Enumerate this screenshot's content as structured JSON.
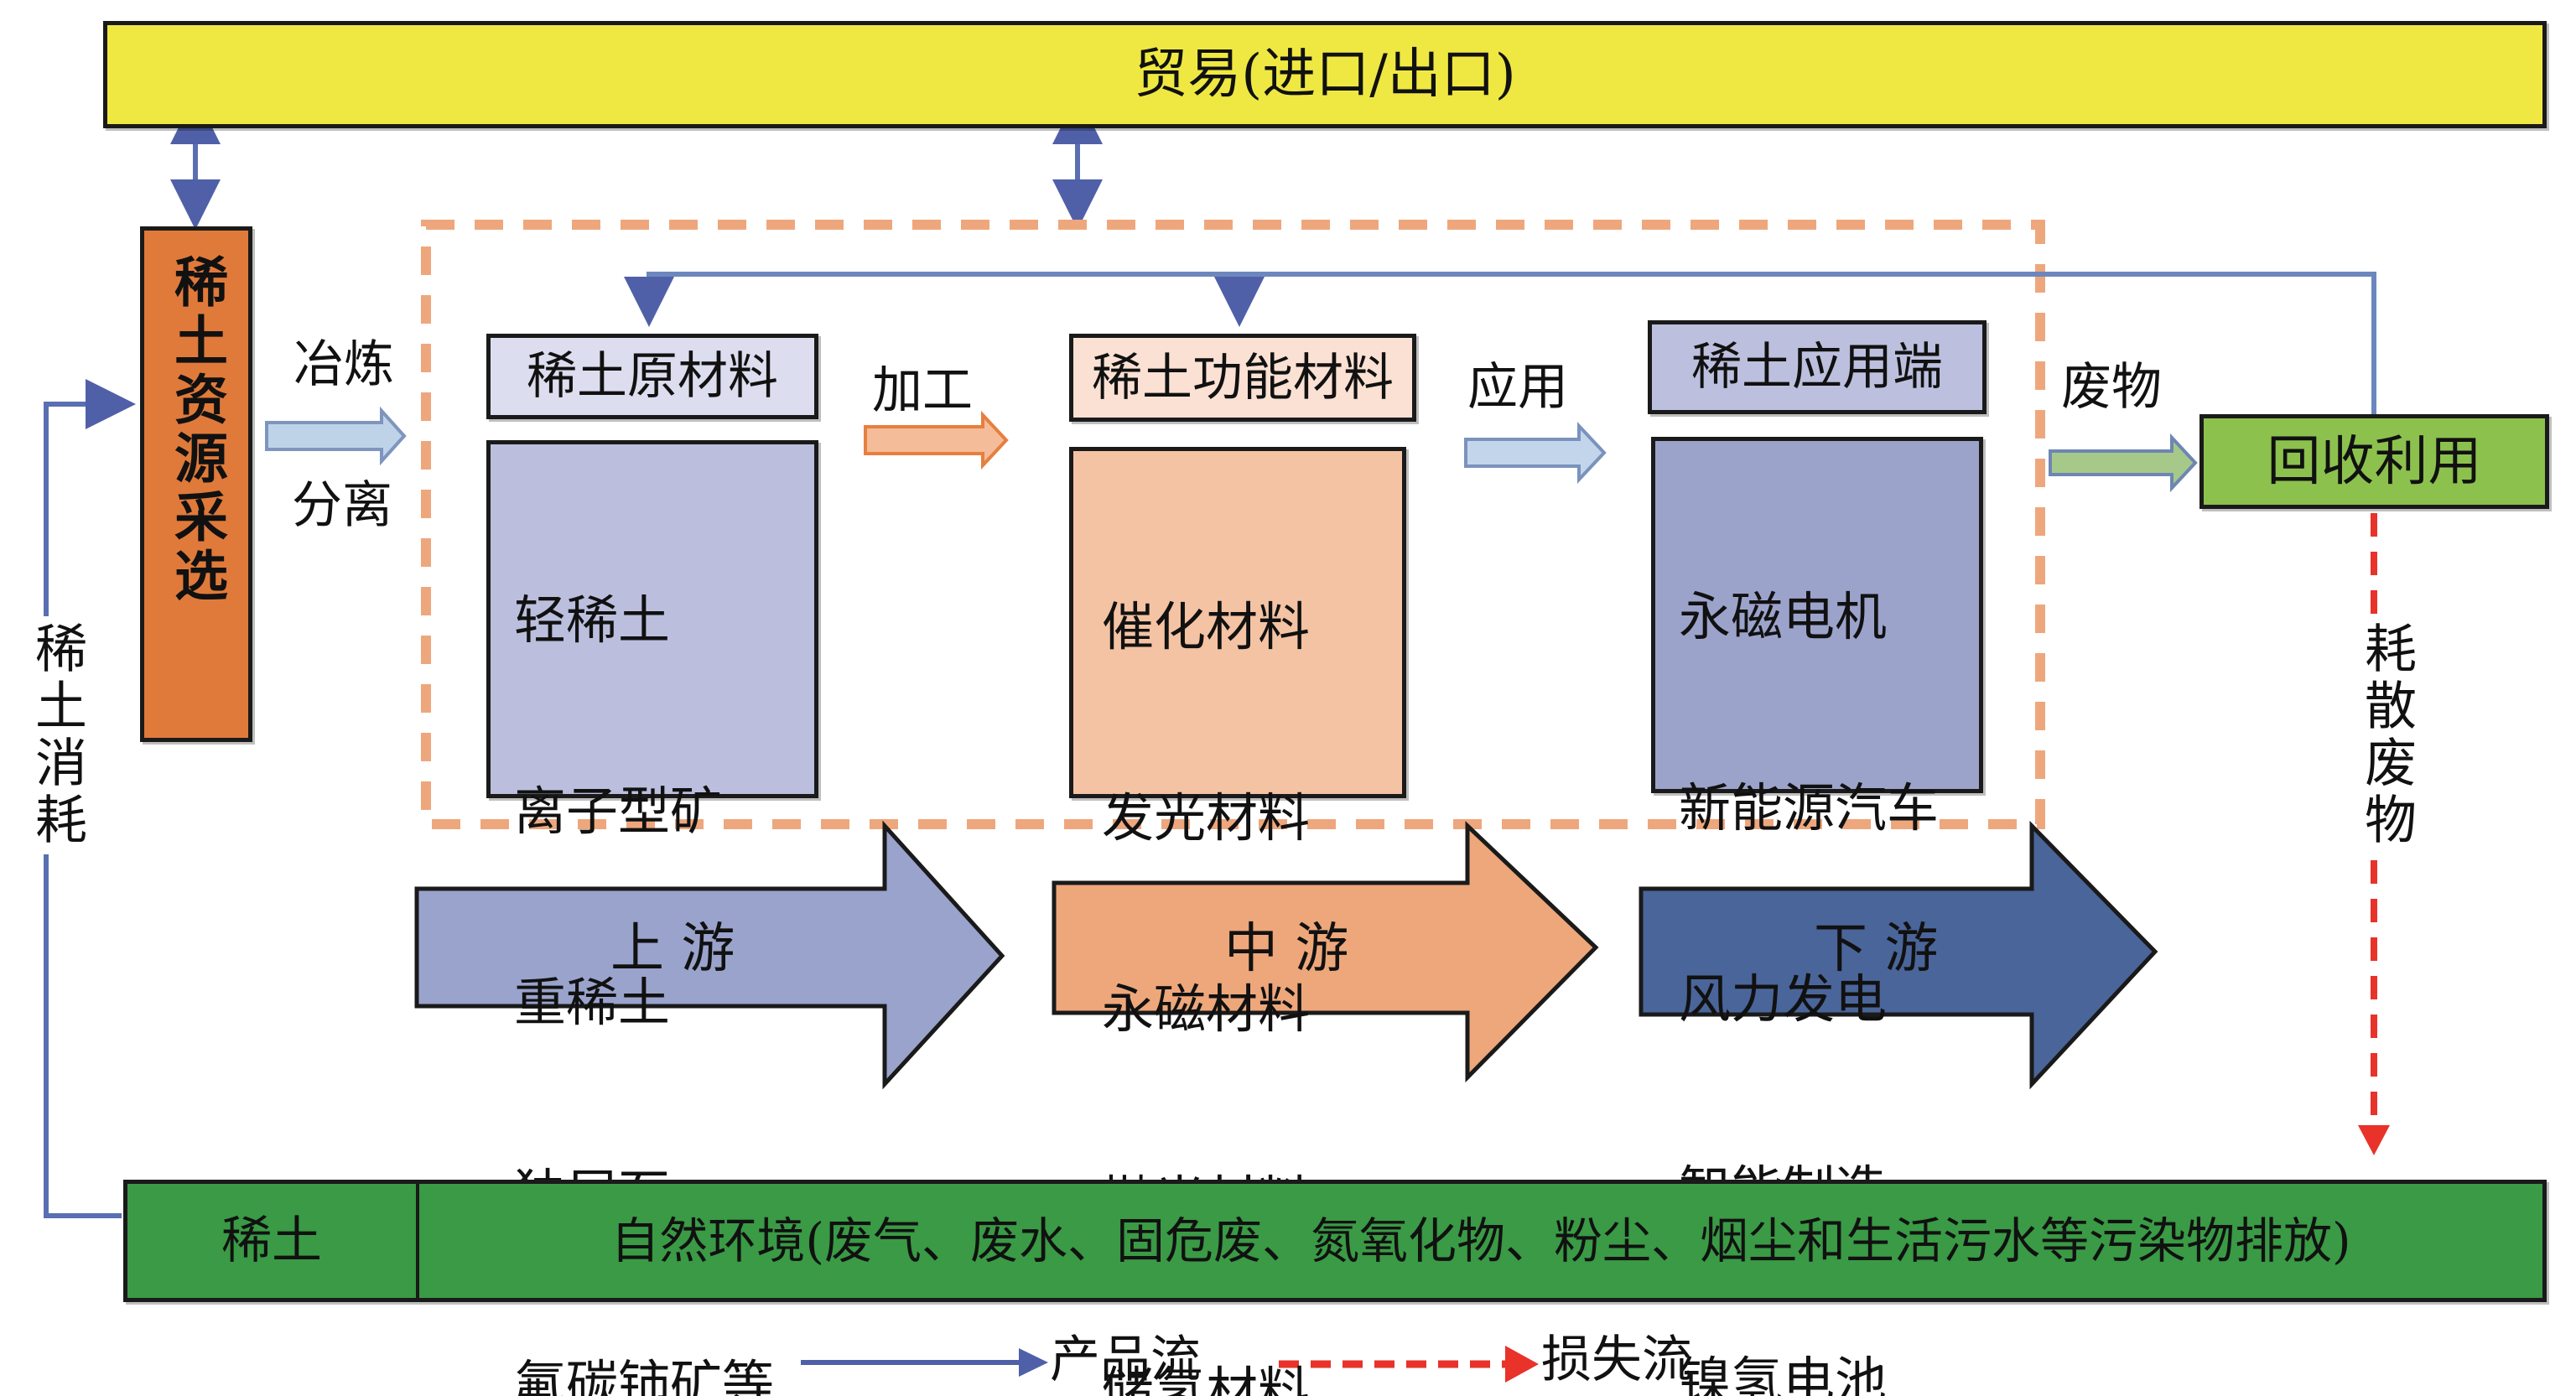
{
  "trade": {
    "label": "贸易(进口/出口)",
    "color": "#EFE842"
  },
  "mining": {
    "label": "稀土资源采选",
    "color": "#E07A3A"
  },
  "smelting": {
    "label_top": "冶炼",
    "label_bottom": "分离"
  },
  "stages": {
    "raw": {
      "title": "稀土原材料",
      "items": [
        "轻稀土",
        "离子型矿",
        "重稀土",
        "独居石",
        "氟碳铈矿等"
      ],
      "header_color": "#DCDDEE",
      "body_color": "#BBBFDD"
    },
    "processing_label": "加工",
    "functional": {
      "title": "稀土功能材料",
      "items": [
        "催化材料",
        "发光材料",
        "永磁材料",
        "抛光材料",
        "储氢材料..."
      ],
      "header_color": "#FBE1D3",
      "body_color": "#F4C3A3"
    },
    "application_label": "应用",
    "application": {
      "title": "稀土应用端",
      "items": [
        "永磁电机",
        "新能源汽车",
        "风力发电",
        "智能制造",
        "镍氢电池"
      ],
      "header_color": "#BCC0DE",
      "body_color": "#9CA3CB"
    },
    "waste_label": "废物"
  },
  "recycling": {
    "label": "回收利用",
    "color": "#8CC14E"
  },
  "dissipation_label": "耗散废物",
  "consumption_label": "稀土消耗",
  "segments": [
    {
      "label": "上 游",
      "color": "#9AA3CC"
    },
    {
      "label": "中 游",
      "color": "#EDA77B"
    },
    {
      "label": "下 游",
      "color": "#4A6599"
    }
  ],
  "environment": {
    "left_label": "稀土",
    "right_label": "自然环境(废气、废水、固危废、氮氧化物、粉尘、烟尘和生活污水等污染物排放)",
    "color": "#3A9A45"
  },
  "legend": {
    "product_flow": "产品流",
    "loss_flow": "损失流",
    "product_color": "#5060A8",
    "loss_color": "#E8322A"
  },
  "colors": {
    "frame_dash": "#EEA77D",
    "flow_line": "#5A6FB2",
    "feedback_line": "#6C87BE"
  }
}
